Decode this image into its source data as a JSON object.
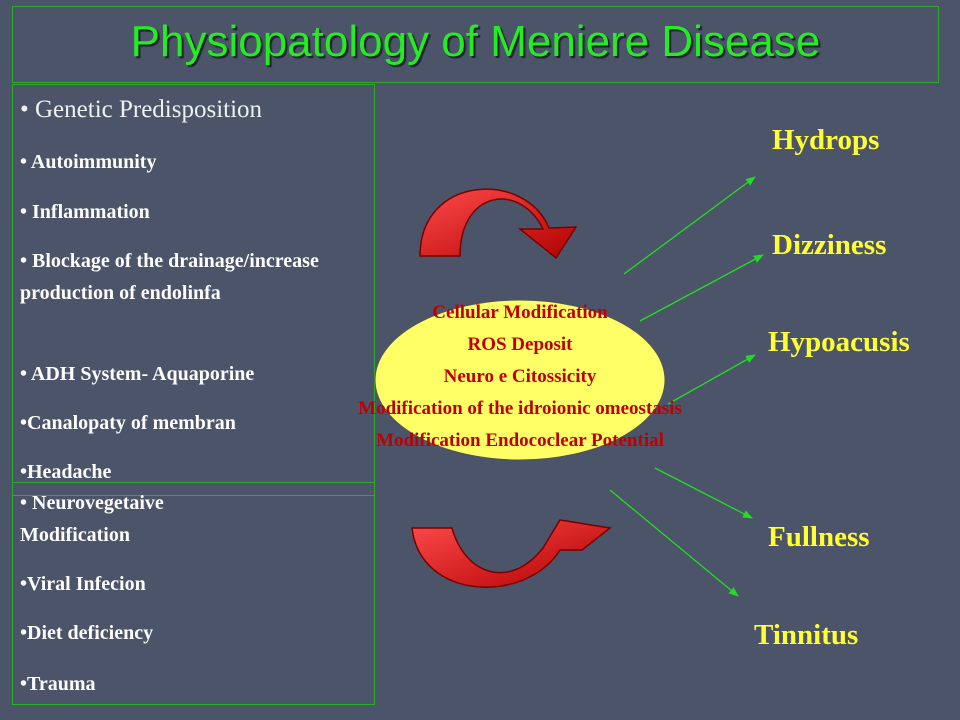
{
  "title": "Physiopatology of Meniere Disease",
  "causes_top": [
    "• Genetic Predisposition",
    "• Autoimmunity",
    "• Inflammation",
    "• Blockage of the drainage/increase production of endolinfa",
    "• ADH System- Aquaporine",
    "•Canalopaty of membran",
    "•Headache"
  ],
  "causes_bottom": [
    "• Neurovegetaive Modification",
    "•Viral Infecion",
    "•Diet deficiency",
    "•Trauma"
  ],
  "center": [
    "Cellular Modification",
    "ROS Deposit",
    "Neuro e Citossicity",
    "Modification of the idroionic omeostasis",
    "Modification Endococlear Potential"
  ],
  "outcomes": [
    "Hydrops",
    "Dizziness",
    "Hypoacusis",
    "Fullness",
    "Tinnitus"
  ],
  "colors": {
    "background": "#4b5468",
    "title": "#22ee22",
    "box_border": "#2faa2f",
    "ellipse_fill": "#ffff66",
    "center_text": "#c00000",
    "outcome_text": "#ffff33",
    "arrow_line": "#22dd22",
    "cycle_arrow": "#e00000"
  },
  "icons": [
    "cycle-arrow-top",
    "cycle-arrow-bottom",
    "outcome-arrows"
  ]
}
